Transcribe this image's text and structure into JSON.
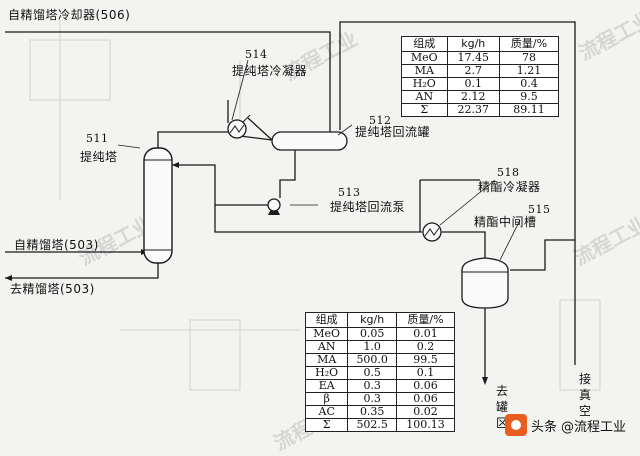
{
  "labels": {
    "from_distillation_cooler": "自精馏塔冷却器(506)",
    "tag_514": "514",
    "name_514": "提纯塔冷凝器",
    "tag_511": "511",
    "name_511": "提纯塔",
    "tag_512": "512",
    "name_512": "提纯塔回流罐",
    "tag_513": "513",
    "name_513": "提纯塔回流泵",
    "tag_518": "518",
    "name_518": "精酯冷凝器",
    "tag_515": "515",
    "name_515": "精酯中间槽",
    "from_503": "自精馏塔(503)",
    "to_503": "去精馏塔(503)",
    "vacuum": [
      "接",
      "真",
      "空"
    ],
    "to_out": [
      "去",
      "罐",
      "区"
    ]
  },
  "table_top": {
    "headers": [
      "组成",
      "kg/h",
      "质量/%"
    ],
    "rows": [
      [
        "MeO",
        "17.45",
        "78"
      ],
      [
        "MA",
        "2.7",
        "1.21"
      ],
      [
        "H₂O",
        "0.1",
        "0.4"
      ],
      [
        "AN",
        "2.12",
        "9.5"
      ],
      [
        "Σ",
        "22.37",
        "89.11"
      ]
    ]
  },
  "table_bottom": {
    "headers": [
      "组成",
      "kg/h",
      "质量/%"
    ],
    "rows": [
      [
        "MeO",
        "0.05",
        "0.01"
      ],
      [
        "AN",
        "1.0",
        "0.2"
      ],
      [
        "MA",
        "500.0",
        "99.5"
      ],
      [
        "H₂O",
        "0.5",
        "0.1"
      ],
      [
        "EA",
        "0.3",
        "0.06"
      ],
      [
        "β",
        "0.3",
        "0.06"
      ],
      [
        "AC",
        "0.35",
        "0.02"
      ],
      [
        "Σ",
        "502.5",
        "100.13"
      ]
    ]
  },
  "watermark": "流程工业",
  "footer": {
    "prefix": "头条",
    "brand": "@流程工业"
  }
}
